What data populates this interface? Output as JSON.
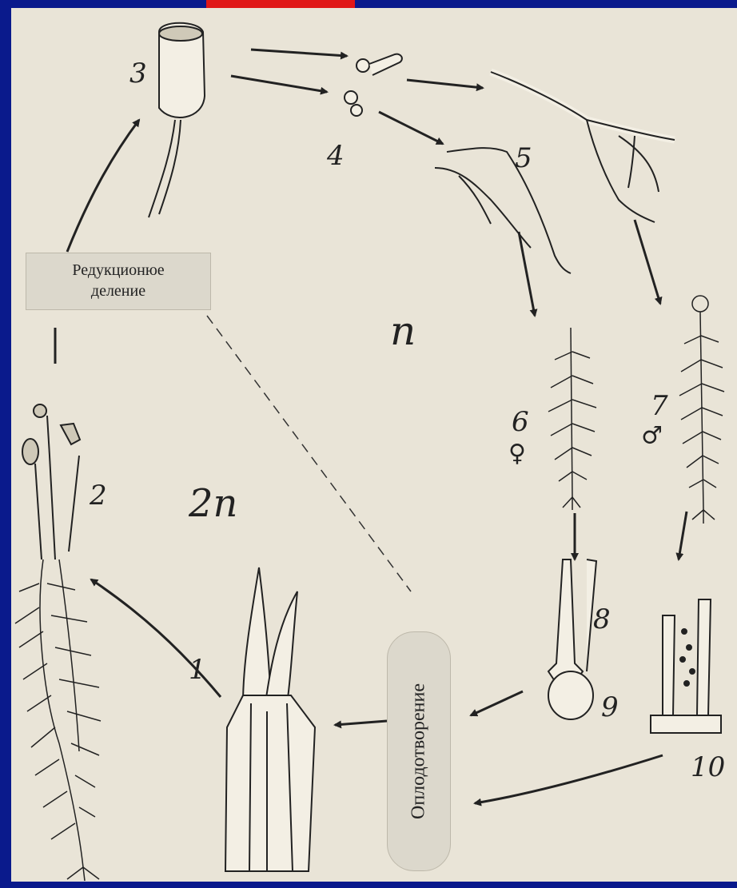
{
  "labels": {
    "stage_1": "1",
    "stage_2": "2",
    "stage_3": "3",
    "stage_4": "4",
    "stage_5": "5",
    "stage_6": "6",
    "stage_7": "7",
    "stage_8": "8",
    "stage_9": "9",
    "stage_10": "10",
    "haploid": "n",
    "diploid": "2n",
    "female_symbol": "♀",
    "male_symbol": "♂"
  },
  "boxes": {
    "meiosis_line1": "Редукционюе",
    "meiosis_line2": "деление",
    "fertilization": "Оплодотворение"
  },
  "colors": {
    "frame": "#0a1a8c",
    "paper": "#e9e4d7",
    "ink": "#222222",
    "accent_bar": "#e01818"
  }
}
